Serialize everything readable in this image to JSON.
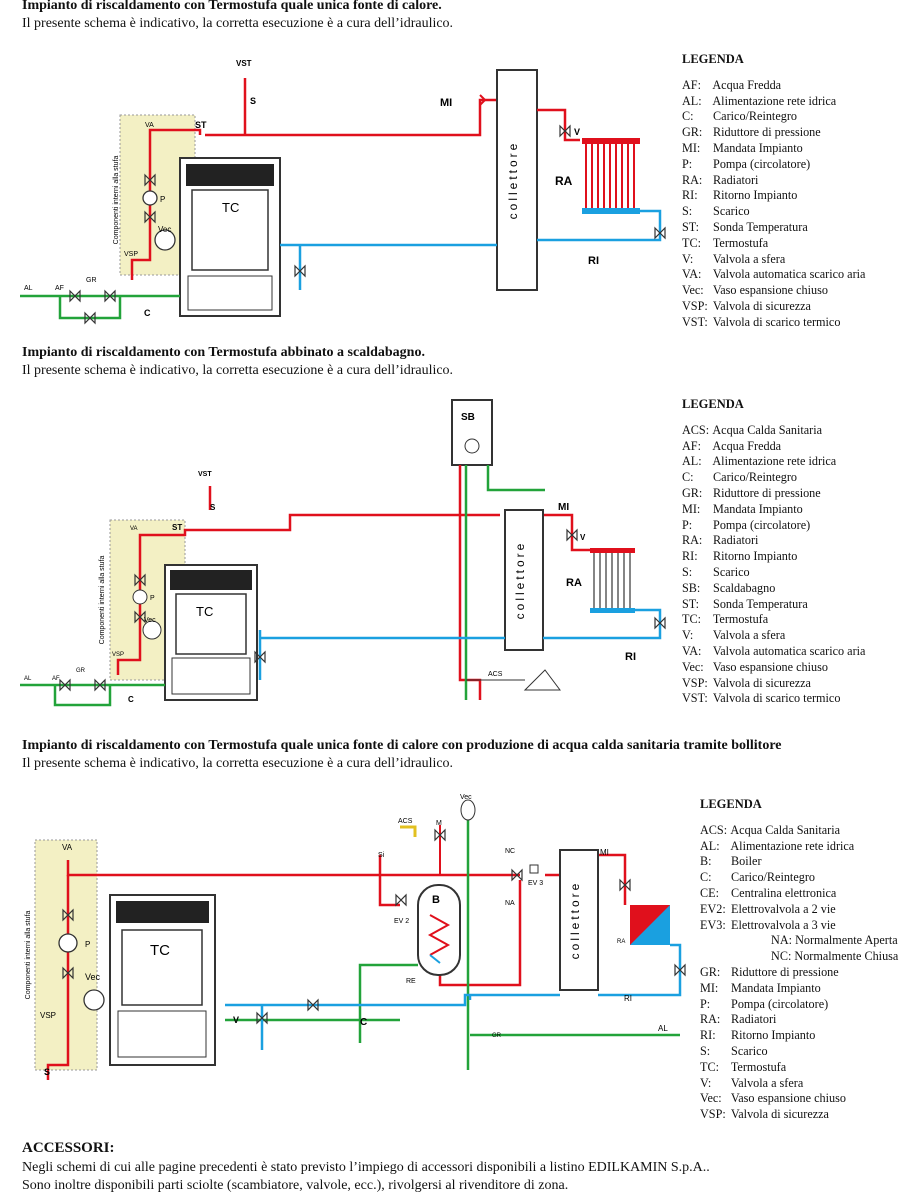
{
  "sections": [
    {
      "title": "Impianto di riscaldamento con Termostufa quale unica fonte di calore.",
      "subtitle": "Il presente schema è indicativo, la corretta esecuzione è a cura dell’idraulico.",
      "diagram_labels": {
        "vst": "VST",
        "s": "S",
        "mi": "MI",
        "st": "ST",
        "va": "VA",
        "p": "P",
        "v": "V",
        "vec": "Vec",
        "vsp": "VSP",
        "tc": "TC",
        "ra": "RA",
        "ri": "RI",
        "al": "AL",
        "af": "AF",
        "gr": "GR",
        "c": "C",
        "collettore": "collettore",
        "components": "Componenti interni alla stufa"
      },
      "legend_title": "LEGENDA",
      "legend": [
        {
          "key": "AF:",
          "text": "Acqua Fredda"
        },
        {
          "key": "AL:",
          "text": "Alimentazione rete idrica"
        },
        {
          "key": "C:",
          "text": "Carico/Reintegro"
        },
        {
          "key": "GR:",
          "text": "Riduttore di pressione"
        },
        {
          "key": "MI:",
          "text": "Mandata Impianto"
        },
        {
          "key": "P:",
          "text": "Pompa (circolatore)"
        },
        {
          "key": "RA:",
          "text": "Radiatori"
        },
        {
          "key": "RI:",
          "text": "Ritorno Impianto"
        },
        {
          "key": "S:",
          "text": "Scarico"
        },
        {
          "key": "ST:",
          "text": "Sonda Temperatura"
        },
        {
          "key": "TC:",
          "text": "Termostufa"
        },
        {
          "key": "V:",
          "text": "Valvola a sfera"
        },
        {
          "key": "VA:",
          "text": "Valvola automatica scarico aria"
        },
        {
          "key": "Vec:",
          "text": "Vaso espansione chiuso"
        },
        {
          "key": "VSP:",
          "text": "Valvola di sicurezza"
        },
        {
          "key": "VST:",
          "text": "Valvola di scarico termico"
        }
      ]
    },
    {
      "title": "Impianto di riscaldamento con Termostufa abbinato a scaldabagno.",
      "subtitle": "Il presente schema è indicativo, la corretta esecuzione è a cura dell’idraulico.",
      "diagram_labels": {
        "vst": "VST",
        "s": "S",
        "mi": "MI",
        "st": "ST",
        "va": "VA",
        "p": "P",
        "v": "V",
        "vec": "Vec",
        "vsp": "VSP",
        "tc": "TC",
        "ra": "RA",
        "ri": "RI",
        "al": "AL",
        "af": "AF",
        "gr": "GR",
        "c": "C",
        "sb": "SB",
        "acs": "ACS",
        "collettore": "collettore",
        "components": "Componenti interni alla stufa"
      },
      "legend_title": "LEGENDA",
      "legend": [
        {
          "key": "ACS:",
          "text": "Acqua Calda Sanitaria"
        },
        {
          "key": "AF:",
          "text": "Acqua Fredda"
        },
        {
          "key": "AL:",
          "text": "Alimentazione rete idrica"
        },
        {
          "key": "C:",
          "text": "Carico/Reintegro"
        },
        {
          "key": "GR:",
          "text": "Riduttore di pressione"
        },
        {
          "key": "MI:",
          "text": "Mandata Impianto"
        },
        {
          "key": "P:",
          "text": "Pompa (circolatore)"
        },
        {
          "key": "RA:",
          "text": "Radiatori"
        },
        {
          "key": "RI:",
          "text": "Ritorno Impianto"
        },
        {
          "key": "S:",
          "text": "Scarico"
        },
        {
          "key": "SB:",
          "text": "Scaldabagno"
        },
        {
          "key": "ST:",
          "text": "Sonda Temperatura"
        },
        {
          "key": "TC:",
          "text": "Termostufa"
        },
        {
          "key": "V:",
          "text": "Valvola a sfera"
        },
        {
          "key": "VA:",
          "text": "Valvola automatica scarico aria"
        },
        {
          "key": "Vec:",
          "text": "Vaso espansione chiuso"
        },
        {
          "key": "VSP:",
          "text": "Valvola di sicurezza"
        },
        {
          "key": "VST:",
          "text": "Valvola di scarico termico"
        }
      ]
    },
    {
      "title": "Impianto di riscaldamento con Termostufa quale unica fonte di calore con produzione di acqua calda sanitaria tramite bollitore",
      "subtitle": "Il presente schema è indicativo, la corretta esecuzione è a cura dell’idraulico.",
      "diagram_labels": {
        "vec_top": "Vec",
        "acs": "ACS",
        "m": "M",
        "si": "Si",
        "nc": "NC",
        "na": "NA",
        "ev2": "EV 2",
        "ev3": "EV 3",
        "b": "B",
        "re": "RE",
        "mi": "MI",
        "ra": "RA",
        "ri": "RI",
        "va": "VA",
        "p": "P",
        "v": "V",
        "vec": "Vec",
        "vsp": "VSP",
        "tc": "TC",
        "s": "S",
        "c": "C",
        "gr": "GR",
        "al": "AL",
        "collettore": "collettore",
        "components": "Componenti interni alla stufa"
      },
      "legend_title": "LEGENDA",
      "legend": [
        {
          "key": "ACS:",
          "text": "Acqua Calda Sanitaria"
        },
        {
          "key": "AL:",
          "text": "Alimentazione rete idrica"
        },
        {
          "key": "B:",
          "text": "Boiler"
        },
        {
          "key": "C:",
          "text": "Carico/Reintegro"
        },
        {
          "key": "CE:",
          "text": "Centralina elettronica"
        },
        {
          "key": "EV2:",
          "text": "Elettrovalvola a 2 vie"
        },
        {
          "key": "EV3:",
          "text": "Elettrovalvola a 3 vie"
        },
        {
          "key": "",
          "text": "NA: Normalmente Aperta"
        },
        {
          "key": "",
          "text": "NC: Normalmente Chiusa"
        },
        {
          "key": "GR:",
          "text": "Riduttore di pressione"
        },
        {
          "key": "MI:",
          "text": "Mandata Impianto"
        },
        {
          "key": "P:",
          "text": "Pompa (circolatore)"
        },
        {
          "key": "RA:",
          "text": "Radiatori"
        },
        {
          "key": "RI:",
          "text": "Ritorno Impianto"
        },
        {
          "key": "S:",
          "text": "Scarico"
        },
        {
          "key": "TC:",
          "text": "Termostufa"
        },
        {
          "key": "V:",
          "text": "Valvola a sfera"
        },
        {
          "key": "Vec:",
          "text": "Vaso espansione chiuso"
        },
        {
          "key": "VSP:",
          "text": "Valvola di sicurezza"
        }
      ]
    }
  ],
  "accessories": {
    "title": "ACCESSORI:",
    "line1": "Negli schemi di cui alle pagine precedenti è stato previsto l’impiego di accessori disponibili a listino EDILKAMIN S.p.A..",
    "line2": "Sono inoltre disponibili parti sciolte (scambiatore, valvole, ecc.), rivolgersi al rivenditore di zona."
  },
  "colors": {
    "red": "#e0101c",
    "blue": "#1aa0e0",
    "green": "#22a33a",
    "panel": "#f3f0c4",
    "stove": "#333333"
  }
}
